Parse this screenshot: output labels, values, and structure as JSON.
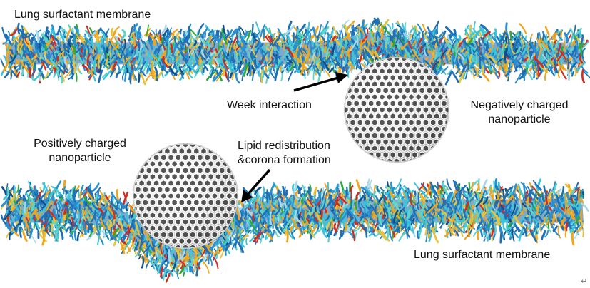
{
  "labels": {
    "top_membrane": "Lung surfactant membrane",
    "bottom_membrane": "Lung surfactant membrane",
    "weak_interaction": "Week interaction",
    "negative_np_line1": "Negatively charged",
    "negative_np_line2": "nanoparticle",
    "positive_np_line1": "Positively charged",
    "positive_np_line2": "nanoparticle",
    "lipid_line1": "Lipid redistribution",
    "lipid_line2": "&corona formation"
  },
  "colors": {
    "background": "#ffffff",
    "lipid_palette": [
      "#1f6fb5",
      "#2a8fd0",
      "#3cc4d8",
      "#5fd3c8",
      "#f2a41c",
      "#e8c33a",
      "#d62a1f",
      "#2faa3a",
      "#a8d8ea",
      "#0f4f8a"
    ],
    "nanoparticle": "#e8e8e8",
    "arrow": "#000000"
  }
}
